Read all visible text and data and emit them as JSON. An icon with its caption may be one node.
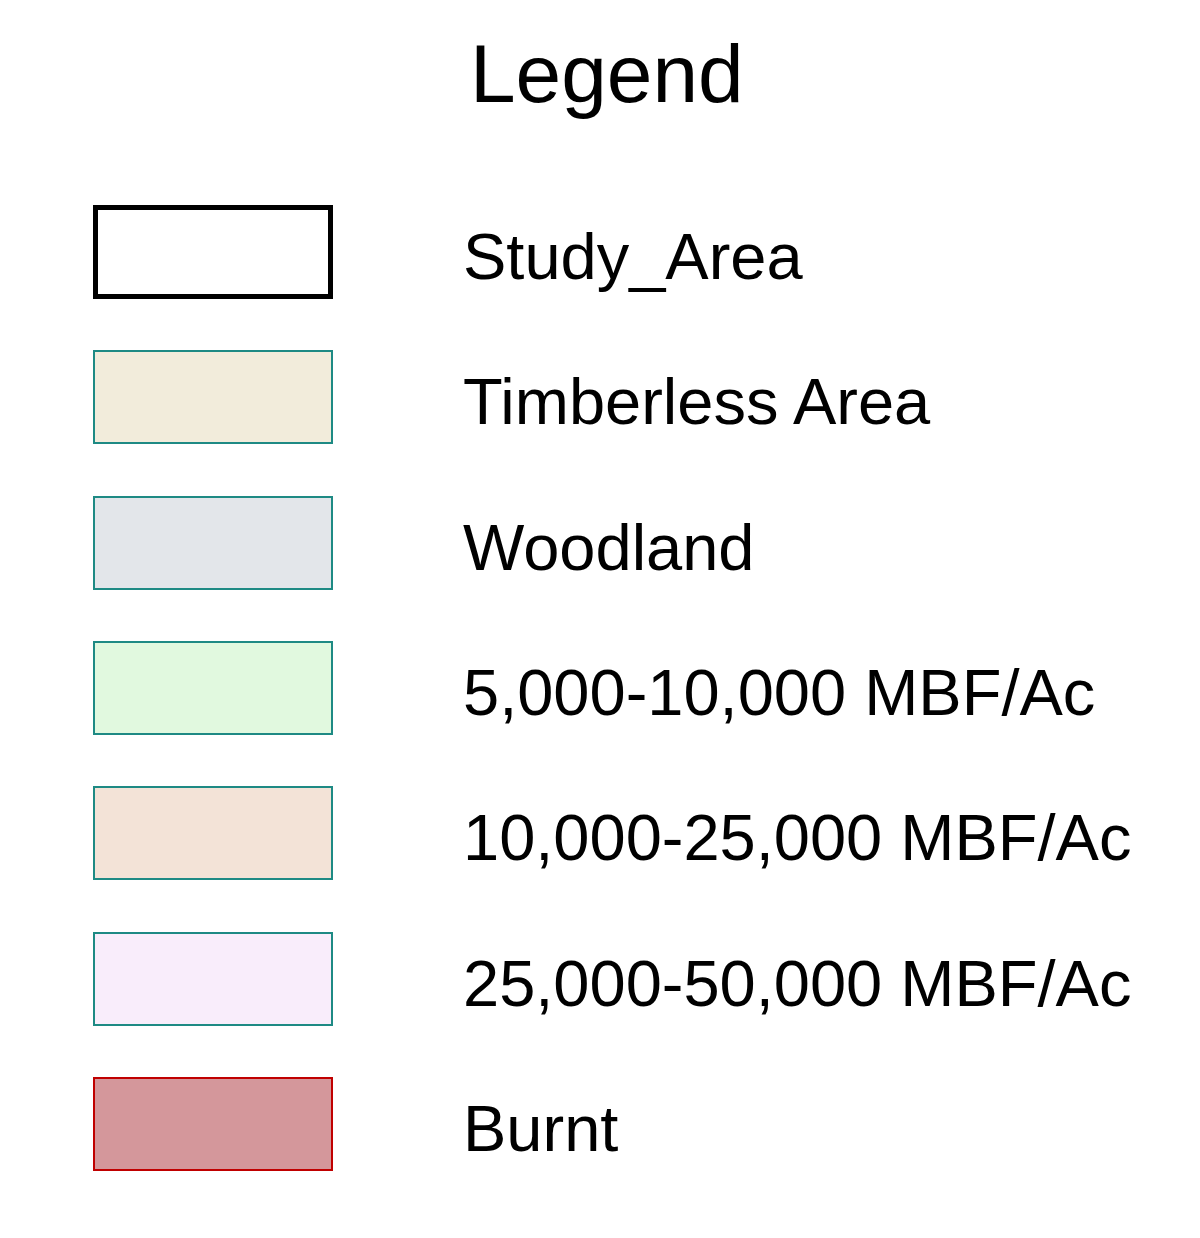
{
  "diagram": {
    "title": "Legend",
    "legend": [
      {
        "text": "Study_Area"
      },
      {
        "text": "Timberless Area",
        "color": "#f2ecdb"
      },
      {
        "text": "Woodland",
        "color": "#e3e6ea"
      },
      {
        "text": "5,000-10,000 MBF/Ac",
        "color": "#e1f9df"
      },
      {
        "text": "10,000-25,000 MBF/Ac",
        "color": "#f3e3d7"
      },
      {
        "text": "25,000-50,000 MBF/Ac",
        "color": "#f9edfb"
      },
      {
        "text": "Burnt",
        "color": "#d4979b"
      }
    ]
  }
}
